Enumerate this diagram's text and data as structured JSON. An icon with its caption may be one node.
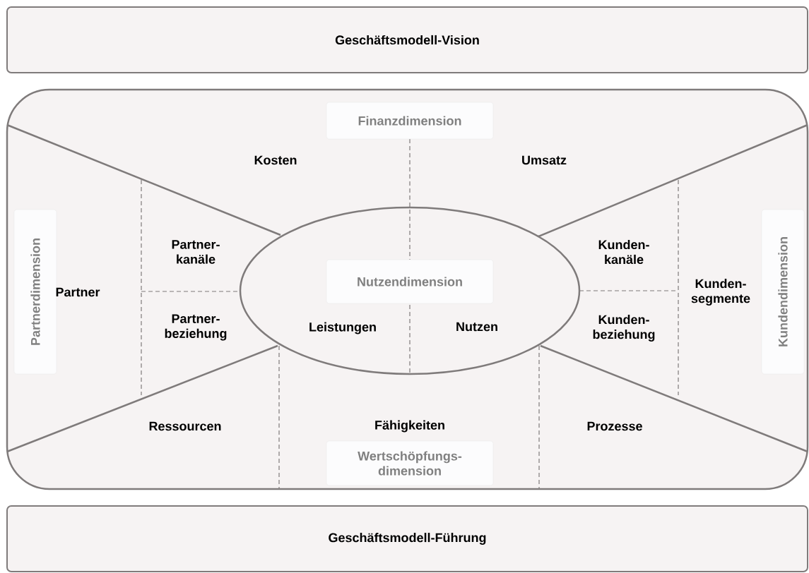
{
  "diagram": {
    "nodes": [
      {
        "text": [
          "Geschäftsmodell-Vision"
        ]
      },
      {
        "text": [],
        "shape": "box"
      },
      {
        "text": [
          "Finanzdimension"
        ],
        "in": 1
      },
      {
        "text": [
          "Partnerdimension"
        ],
        "in": 1
      },
      {
        "text": [],
        "shape": "ellipse",
        "in": 1
      },
      {
        "text": [
          "Nutzendimension"
        ],
        "in": 4
      },
      {
        "text": [
          "Kundendimension"
        ],
        "in": 1
      },
      {
        "text": [
          "Wertschöpfungs- dimension"
        ],
        "in": 1
      },
      {
        "text": [
          "Geschäftsmodell-Führung"
        ]
      }
    ],
    "edges": [],
    "labels": [
      "Kosten",
      "Umsatz",
      "Partner- kanäle",
      "Kunden- kanäle",
      "Partner",
      "Kunden- segmente",
      "Partner- beziehung",
      "Leistungen",
      "Nutzen",
      "Kunden- beziehung",
      "Ressourcen",
      "Fähigkeiten",
      "Prozesse"
    ]
  }
}
